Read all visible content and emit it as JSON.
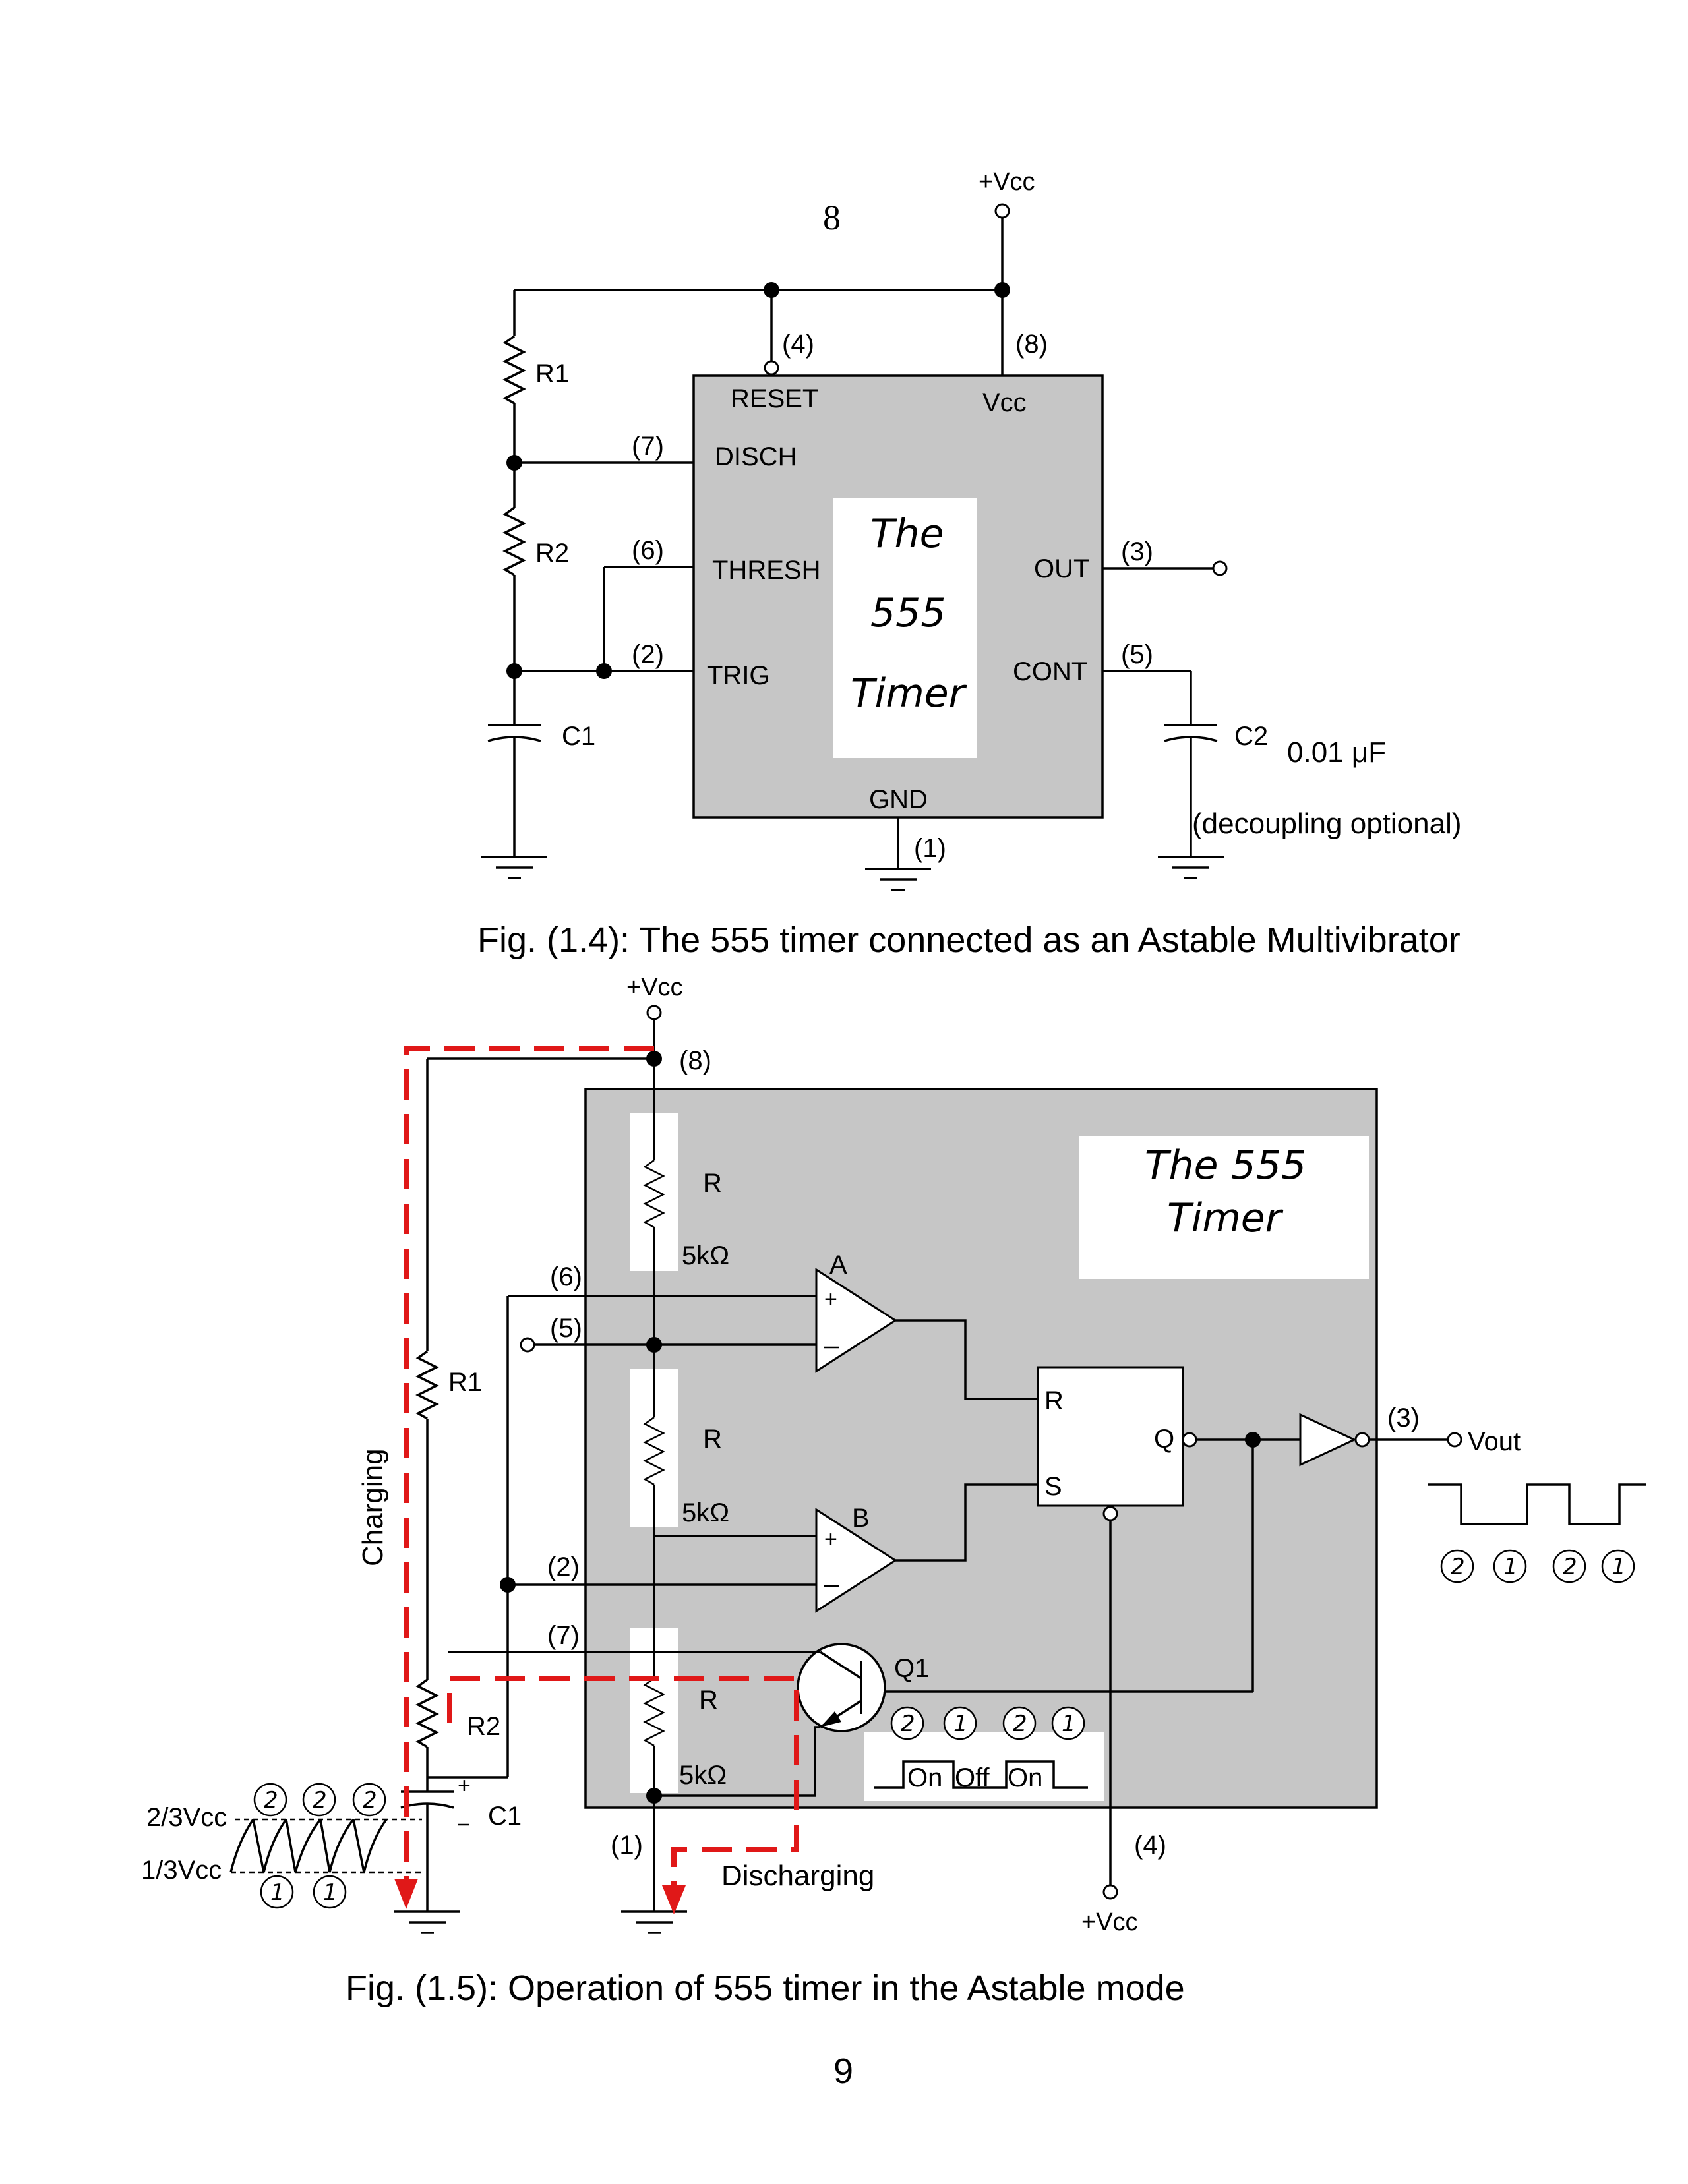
{
  "fig14": {
    "vcc": "+Vcc",
    "page_mark": "8",
    "pins": {
      "p4": "(4)",
      "p8": "(8)",
      "p7": "(7)",
      "p6": "(6)",
      "p2": "(2)",
      "p3": "(3)",
      "p5": "(5)",
      "p1": "(1)"
    },
    "pin_names": {
      "reset": "RESET",
      "vcc": "Vcc",
      "disch": "DISCH",
      "thresh": "THRESH",
      "trig": "TRIG",
      "out": "OUT",
      "cont": "CONT",
      "gnd": "GND"
    },
    "chip_title": [
      "The",
      "555",
      "Timer"
    ],
    "r1": "R1",
    "r2": "R2",
    "c1": "C1",
    "c2": "C2",
    "c2_value": "0.01 μF",
    "decoupling_note": "(decoupling optional)",
    "caption": "Fig. (1.4): The 555 timer connected as an Astable Multivibrator"
  },
  "fig15": {
    "vcc_top": "+Vcc",
    "vcc_bottom": "+Vcc",
    "pins": {
      "p8": "(8)",
      "p6": "(6)",
      "p5": "(5)",
      "p2": "(2)",
      "p7": "(7)",
      "p1": "(1)",
      "p3": "(3)",
      "p4": "(4)"
    },
    "chip_title": [
      "The 555",
      "Timer"
    ],
    "res_label": "R",
    "res_value": "5kΩ",
    "comp_a": "A",
    "comp_b": "B",
    "ff_r": "R",
    "ff_s": "S",
    "ff_q": "Q",
    "q1": "Q1",
    "r1": "R1",
    "r2": "R2",
    "c1": "C1",
    "vout": "Vout",
    "charging": "Charging",
    "discharging": "Discharging",
    "two_thirds": "2/3Vcc",
    "one_third": "1/3Vcc",
    "on": "On",
    "off": "Off",
    "on2": "On",
    "phase_2": "2",
    "phase_1": "1",
    "caption": "Fig. (1.5): Operation of 555 timer in the Astable mode"
  },
  "page_number": "9"
}
